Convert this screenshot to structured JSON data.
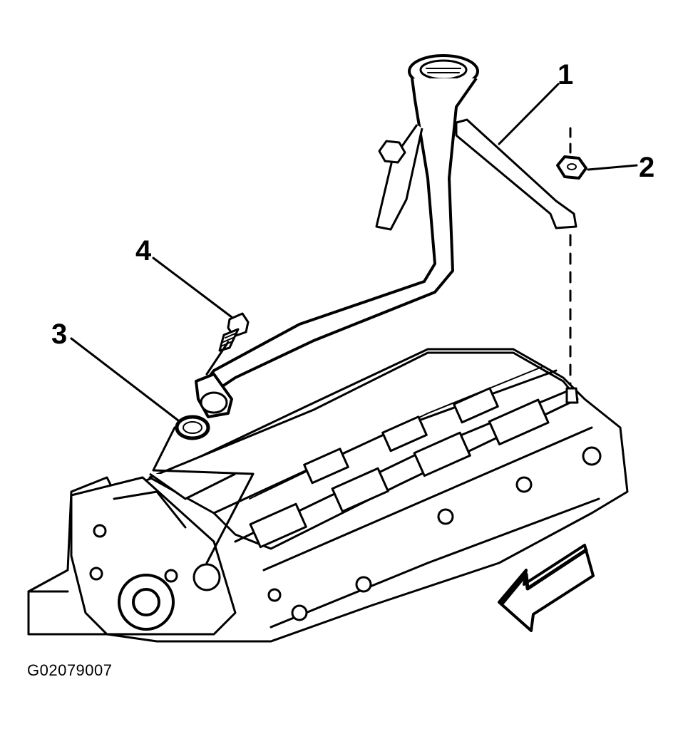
{
  "callouts": [
    {
      "id": "1",
      "label": "1"
    },
    {
      "id": "2",
      "label": "2"
    },
    {
      "id": "3",
      "label": "3"
    },
    {
      "id": "4",
      "label": "4"
    }
  ],
  "figure_id": "G02079007"
}
